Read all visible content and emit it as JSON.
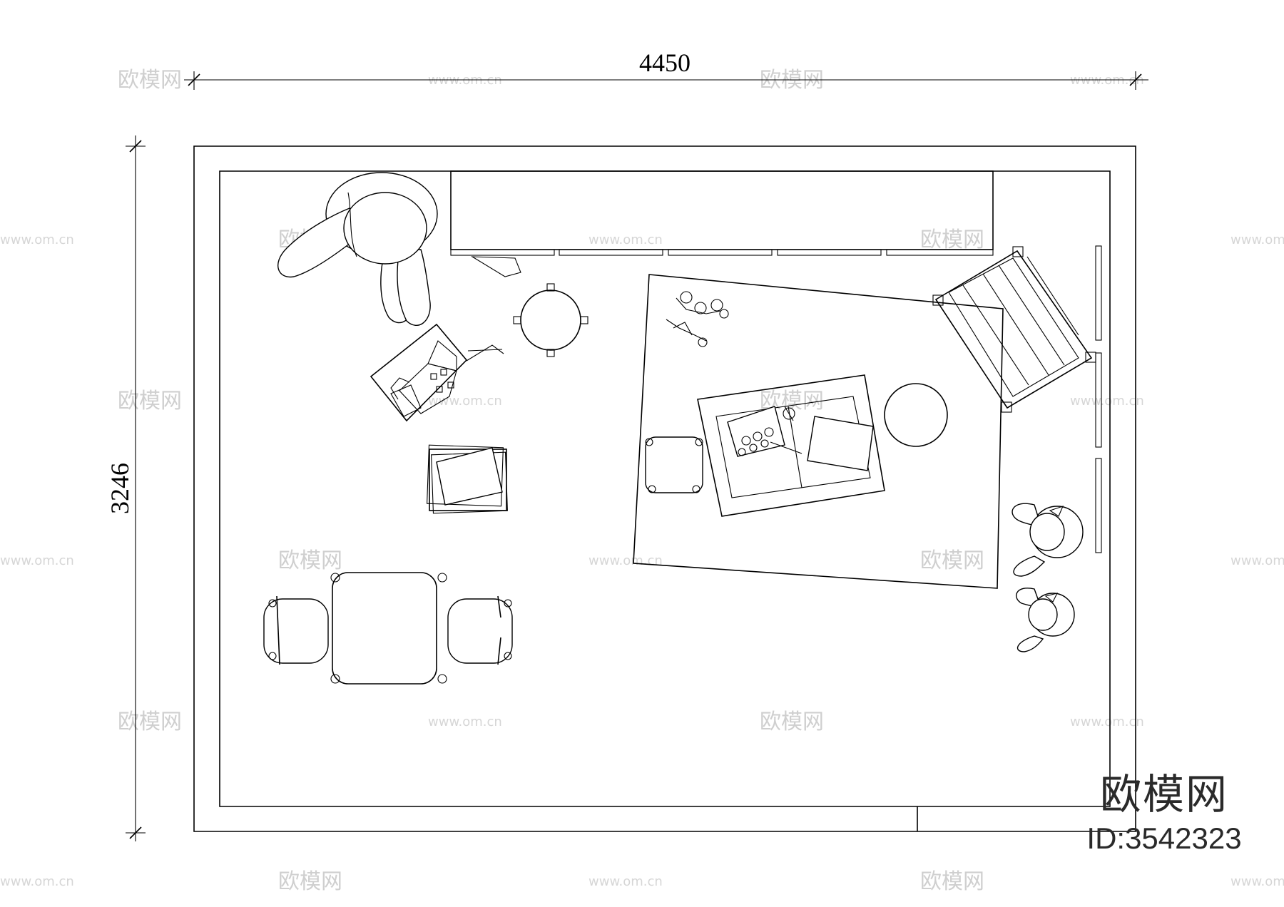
{
  "dimensions": {
    "width_label": "4450",
    "height_label": "3246"
  },
  "watermark": {
    "logo_text": "欧模网",
    "url_text": "www.om.cn",
    "id_text": "ID:3542323"
  },
  "labels": {
    "plan": "floor-plan",
    "room": "kids-room"
  }
}
